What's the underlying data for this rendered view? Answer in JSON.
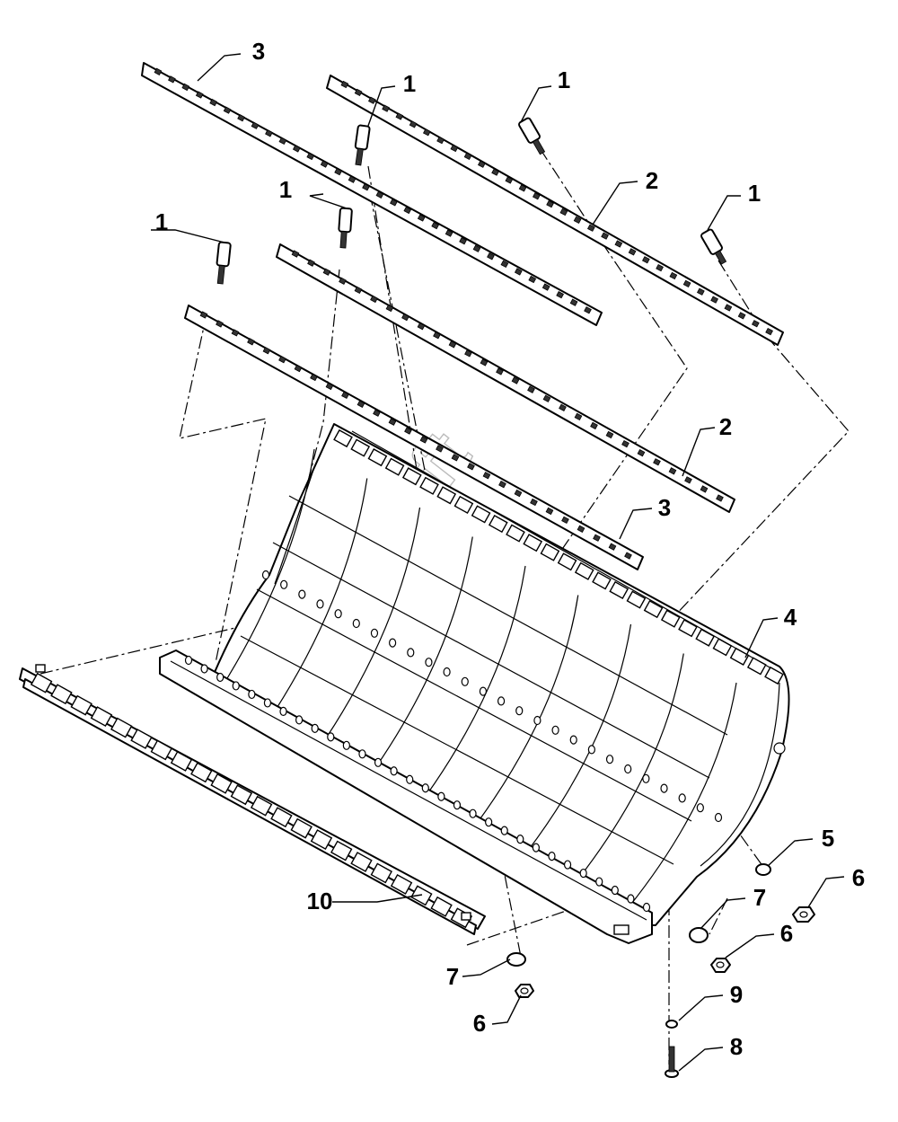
{
  "diagram": {
    "watermark": "Autosoft",
    "callouts": {
      "c1a": "1",
      "c1b": "1",
      "c1c": "1",
      "c1d": "1",
      "c1e": "1",
      "c2a": "2",
      "c2b": "2",
      "c3a": "3",
      "c3b": "3",
      "c4": "4",
      "c5": "5",
      "c6a": "6",
      "c6b": "6",
      "c6c": "6",
      "c7a": "7",
      "c7b": "7",
      "c8": "8",
      "c9": "9",
      "c10": "10"
    }
  }
}
